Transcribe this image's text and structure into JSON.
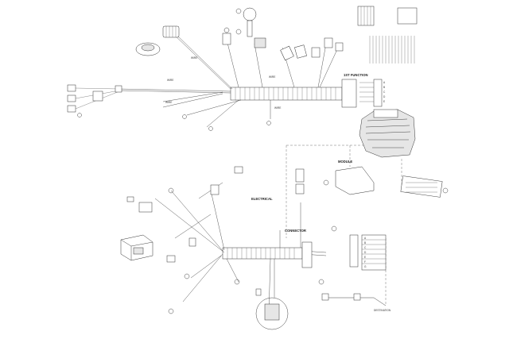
{
  "diagram": {
    "labels": {
      "top_connector": "1ST FUNCTION",
      "mid_connector_1": "CONNECTOR",
      "mid_connector_2": "MODULE",
      "mid_label": "ELECTRICAL",
      "bottom_right": "DESTINATION"
    },
    "side_rows": [
      "A",
      "B",
      "C",
      "D",
      "E",
      "F",
      "G"
    ]
  }
}
